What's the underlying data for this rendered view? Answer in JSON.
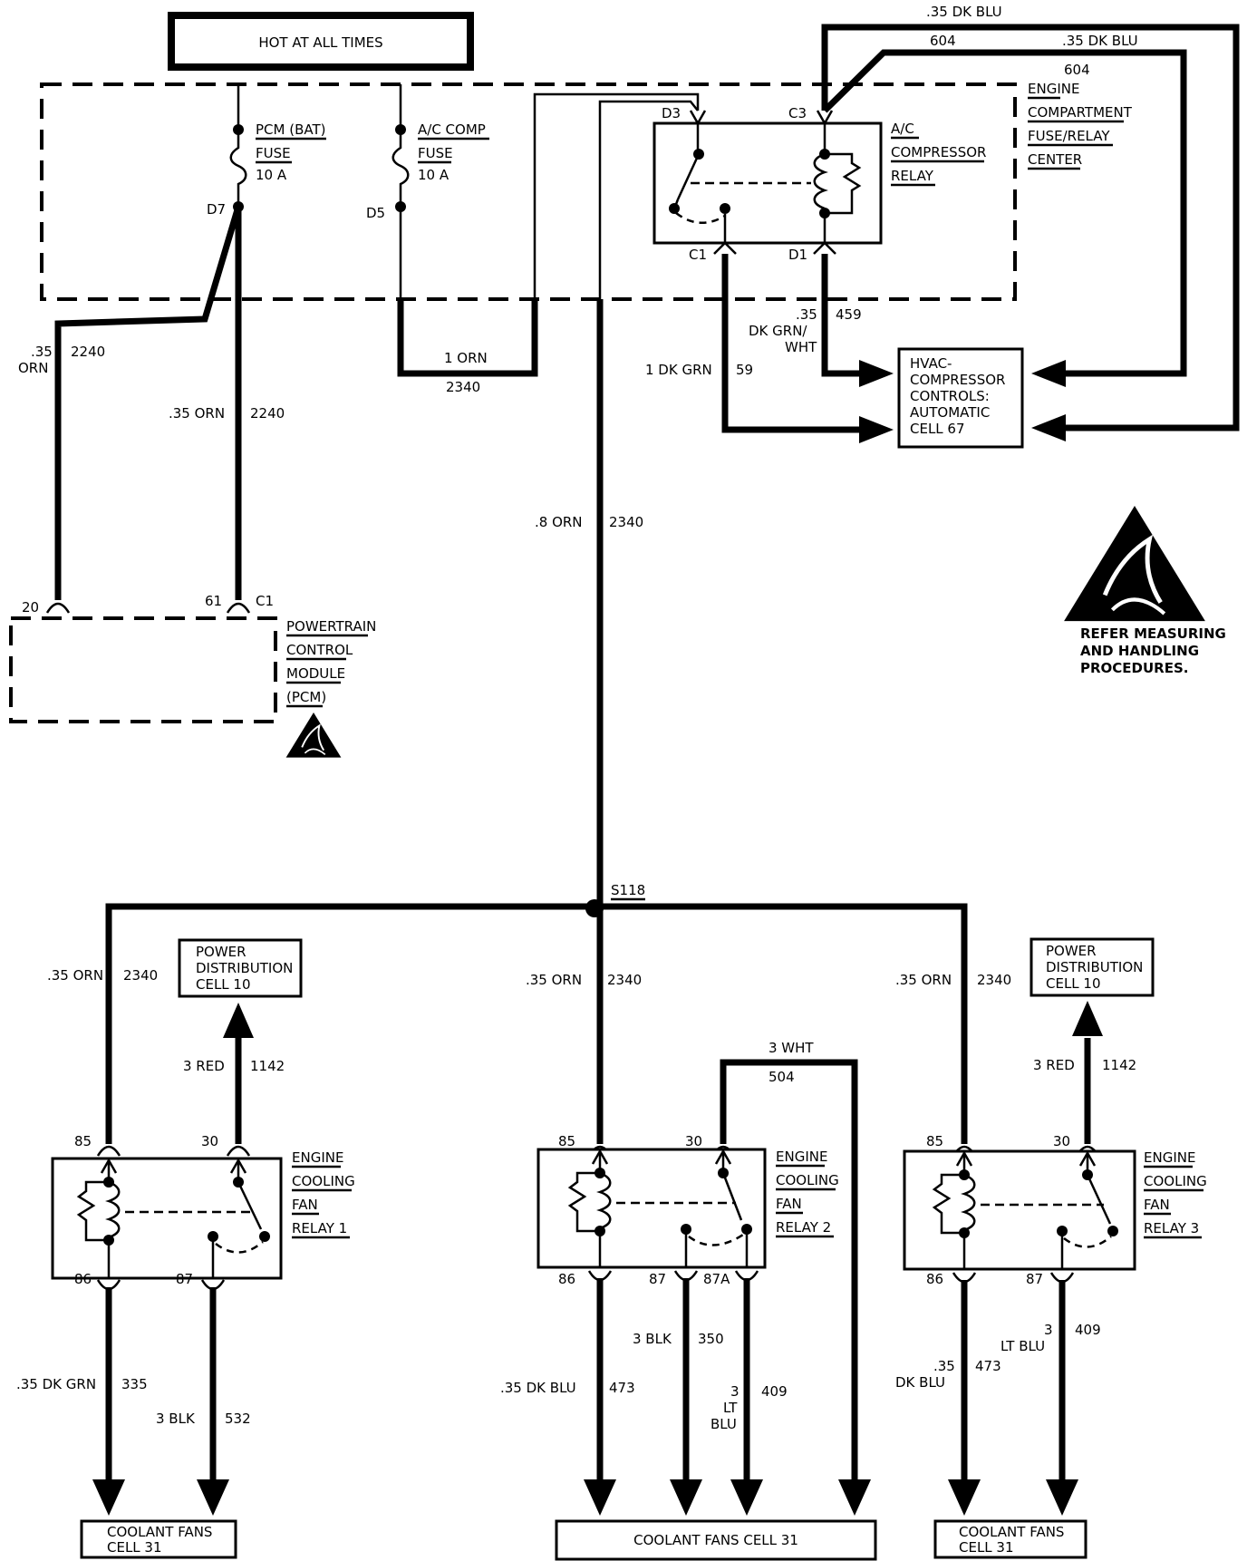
{
  "power": {
    "label": "HOT AT ALL TIMES"
  },
  "fuse_center": {
    "l1": "ENGINE",
    "l2": "COMPARTMENT",
    "l3": "FUSE/RELAY",
    "l4": "CENTER"
  },
  "fuse_pcm": {
    "l1": "PCM (BAT)",
    "l2": "FUSE",
    "l3": "10 A",
    "pin": "D7"
  },
  "fuse_ac": {
    "l1": "A/C COMP",
    "l2": "FUSE",
    "l3": "10 A",
    "pin": "D5"
  },
  "ac_relay": {
    "l1": "A/C",
    "l2": "COMPRESSOR",
    "l3": "RELAY",
    "pin_d3": "D3",
    "pin_c3": "C3",
    "pin_c1": "C1",
    "pin_d1": "D1"
  },
  "wires": {
    "w604a_gauge": ".35 DK BLU",
    "w604a_num": "604",
    "w604b_gauge": ".35 DK BLU",
    "w604b_num": "604",
    "w459_gauge_a": ".35",
    "w459_gauge_b": "DK GRN/",
    "w459_gauge_c": "WHT",
    "w459_num": "459",
    "w59_gauge": "1 DK GRN",
    "w59_num": "59",
    "w2340_top_gauge": "1 ORN",
    "w2340_top_num": "2340",
    "w2240_left_gauge_a": ".35",
    "w2240_left_gauge_b": "ORN",
    "w2240_left_num": "2240",
    "w2240_mid_gauge": ".35 ORN",
    "w2240_mid_num": "2240",
    "w2340_main_gauge": ".8 ORN",
    "w2340_main_num": "2340"
  },
  "hvac": {
    "l1": "HVAC-",
    "l2": "COMPRESSOR",
    "l3": "CONTROLS:",
    "l4": "AUTOMATIC",
    "l5": "CELL 67"
  },
  "esd_note": {
    "l1": "REFER MEASURING",
    "l2": "AND HANDLING",
    "l3": "PROCEDURES."
  },
  "pcm": {
    "l1": "POWERTRAIN",
    "l2": "CONTROL",
    "l3": "MODULE",
    "l4": "(PCM)",
    "pin20": "20",
    "pin61": "61",
    "conn": "C1"
  },
  "splice": {
    "label": "S118"
  },
  "relay1": {
    "l1": "ENGINE",
    "l2": "COOLING",
    "l3": "FAN",
    "l4": "RELAY 1",
    "p85": "85",
    "p30": "30",
    "p86": "86",
    "p87": "87",
    "in_gauge": ".35 ORN",
    "in_num": "2340",
    "out30_gauge": "3 RED",
    "out30_num": "1142",
    "pd_l1": "POWER",
    "pd_l2": "DISTRIBUTION",
    "pd_l3": "CELL 10",
    "w86_gauge": ".35 DK GRN",
    "w86_num": "335",
    "w87_gauge": "3 BLK",
    "w87_num": "532",
    "dest_l1": "COOLANT FANS",
    "dest_l2": "CELL 31"
  },
  "relay2": {
    "l1": "ENGINE",
    "l2": "COOLING",
    "l3": "FAN",
    "l4": "RELAY 2",
    "p85": "85",
    "p30": "30",
    "p86": "86",
    "p87": "87",
    "p87a": "87A",
    "in_gauge": ".35 ORN",
    "in_num": "2340",
    "w30_gauge": "3 WHT",
    "w30_num": "504",
    "w86_gauge": ".35 DK BLU",
    "w86_num": "473",
    "w87_gauge": "3 BLK",
    "w87_num": "350",
    "w87a_gauge_a": "3",
    "w87a_gauge_b": "LT",
    "w87a_gauge_c": "BLU",
    "w87a_num": "409",
    "dest": "COOLANT FANS CELL 31"
  },
  "relay3": {
    "l1": "ENGINE",
    "l2": "COOLING",
    "l3": "FAN",
    "l4": "RELAY 3",
    "p85": "85",
    "p30": "30",
    "p86": "86",
    "p87": "87",
    "in_gauge": ".35 ORN",
    "in_num": "2340",
    "out30_gauge": "3 RED",
    "out30_num": "1142",
    "pd_l1": "POWER",
    "pd_l2": "DISTRIBUTION",
    "pd_l3": "CELL 10",
    "w86_gauge_a": ".35",
    "w86_gauge_b": "DK BLU",
    "w86_num": "473",
    "w87_gauge_a": "3",
    "w87_gauge_b": "LT BLU",
    "w87_num": "409",
    "dest_l1": "COOLANT FANS",
    "dest_l2": "CELL 31"
  }
}
